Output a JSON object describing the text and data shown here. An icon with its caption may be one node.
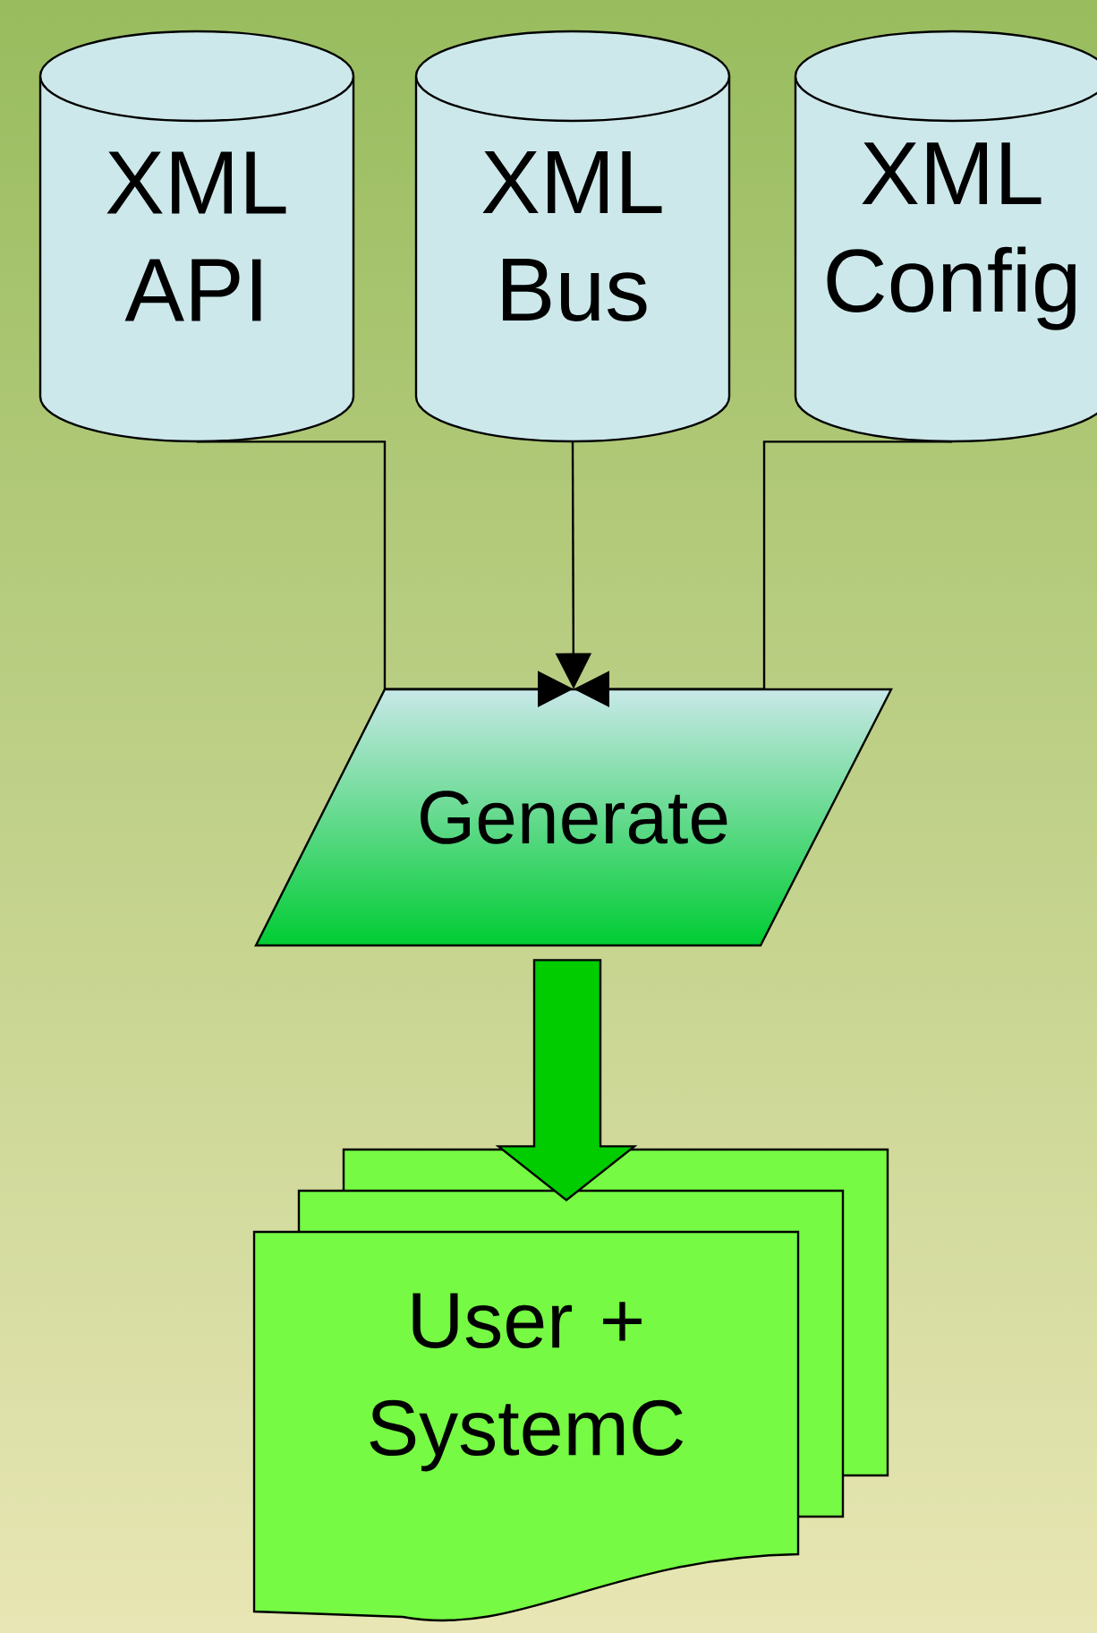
{
  "diagram": {
    "nodes": [
      {
        "text": [
          "XML API"
        ]
      },
      {
        "text": [
          "XML Bus"
        ]
      },
      {
        "text": [
          "XML Config"
        ]
      },
      {
        "text": [
          "Generate"
        ]
      },
      {
        "text": [
          "User + SystemC"
        ]
      }
    ],
    "edges": [
      {
        "from": 0,
        "to": 3,
        "arrow": "to"
      },
      {
        "from": 1,
        "to": 3,
        "arrow": "to"
      },
      {
        "from": 2,
        "to": 3,
        "arrow": "to"
      },
      {
        "from": 3,
        "to": 4,
        "arrow": "to",
        "style": "thick",
        "color": "#00cc00"
      }
    ]
  }
}
